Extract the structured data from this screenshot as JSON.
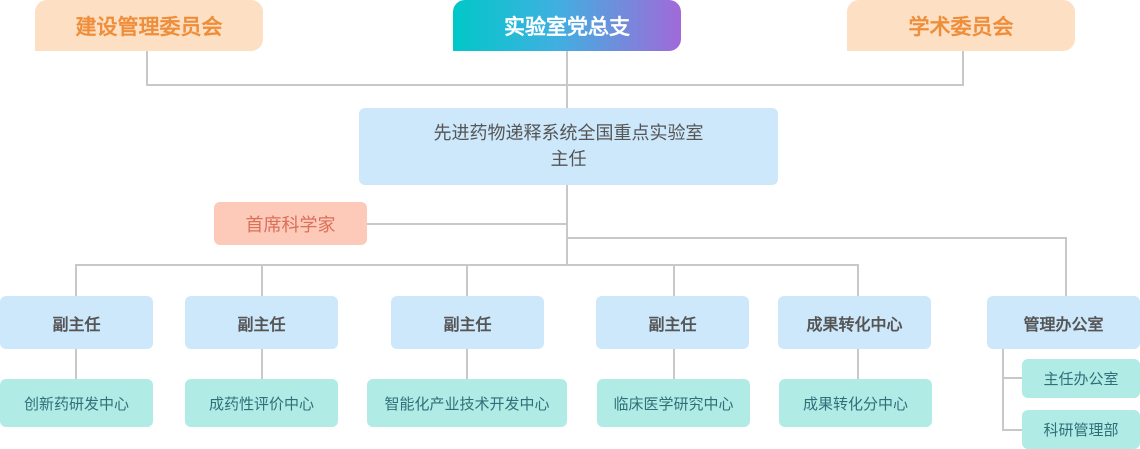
{
  "top": {
    "construction_committee": "建设管理委员会",
    "party_branch": "实验室党总支",
    "academic_committee": "学术委员会"
  },
  "director": {
    "line1": "先进药物递释系统全国重点实验室",
    "line2": "主任"
  },
  "chief_scientist": "首席科学家",
  "departments": [
    {
      "head": "副主任",
      "center": "创新药研发中心"
    },
    {
      "head": "副主任",
      "center": "成药性评价中心"
    },
    {
      "head": "副主任",
      "center": "智能化产业技术开发中心"
    },
    {
      "head": "副主任",
      "center": "临床医学研究中心"
    },
    {
      "head": "成果转化中心",
      "center": "成果转化分中心"
    }
  ],
  "admin": {
    "head": "管理办公室",
    "offices": [
      "主任办公室",
      "科研管理部"
    ]
  },
  "colors": {
    "peach_bg": "#fde0c4",
    "peach_text": "#ef8e3a",
    "blue_box": "#cde8fb",
    "teal_box": "#b0ebe6",
    "chief_box": "#fdc9b9",
    "connector": "#c8c8c8"
  }
}
